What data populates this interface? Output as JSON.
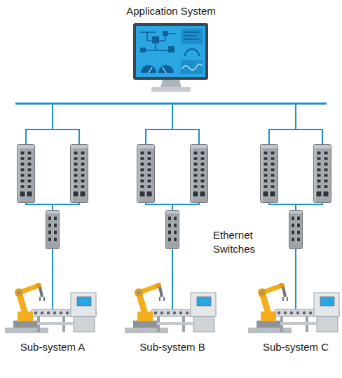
{
  "diagram": {
    "nodes": [
      {
        "text": [
          "Application System"
        ]
      },
      {
        "text": [
          "Sub-system A"
        ]
      },
      {
        "text": [
          "Sub-system B"
        ]
      },
      {
        "text": [
          "Sub-system C"
        ]
      }
    ],
    "edges": [
      {
        "from": 0,
        "to": 1,
        "arrow": "none"
      },
      {
        "from": 0,
        "to": 2,
        "arrow": "none"
      },
      {
        "from": 0,
        "to": 3,
        "arrow": "none"
      }
    ],
    "labels": [
      "Ethernet Switches"
    ]
  }
}
